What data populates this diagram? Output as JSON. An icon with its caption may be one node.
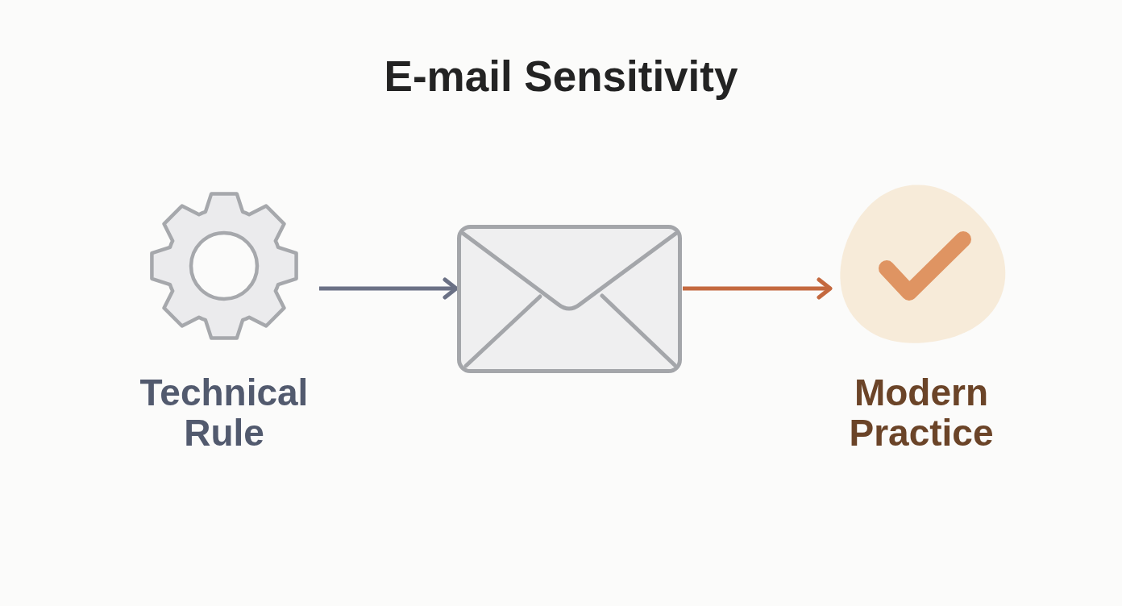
{
  "diagram": {
    "title": "E-mail Sensitivity",
    "nodes": [
      {
        "text": [
          "Technical Rule"
        ]
      },
      {
        "text": [],
        "shape": "envelope"
      },
      {
        "text": [
          "Modern Practice"
        ]
      }
    ],
    "edges": [
      {
        "from": 0,
        "to": 1,
        "arrow": "to",
        "color": "#6b7185"
      },
      {
        "from": 1,
        "to": 2,
        "arrow": "to",
        "color": "#c4693f"
      }
    ]
  }
}
